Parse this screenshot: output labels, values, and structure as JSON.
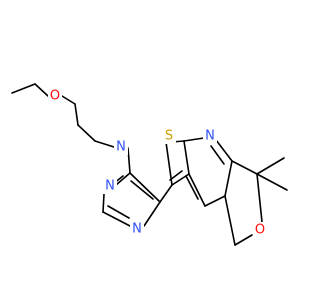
{
  "structure": {
    "colors": {
      "bond": "#000000",
      "carbon": "#000000",
      "nitrogen": "#3050F8",
      "oxygen": "#FF0D0D",
      "sulfur": "#C8A000",
      "background": "#ffffff"
    },
    "labels": {
      "ether_o": "O",
      "amine_n": "N",
      "pyrimidine_n1": "N",
      "pyrimidine_n2": "N",
      "thiophene_s": "S",
      "pyridine_n": "N",
      "pyran_o": "O"
    }
  }
}
